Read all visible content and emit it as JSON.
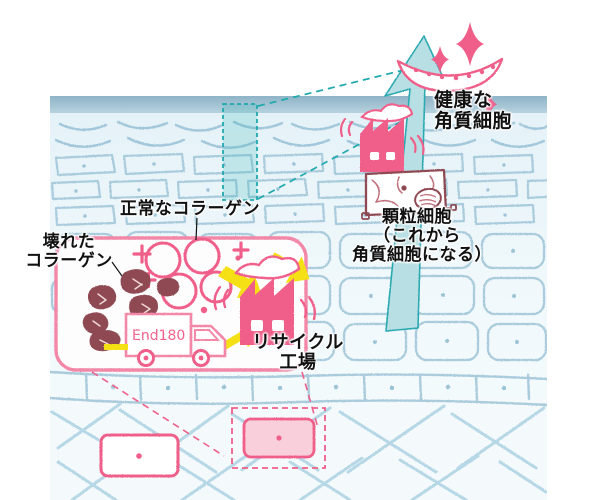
{
  "figure": {
    "type": "illustration",
    "subject": "skin-cross-section-collagen-recycling",
    "background_color": "#ffffff"
  },
  "labels": {
    "healthy_corneocyte": "健康な\n角質細胞",
    "normal_collagen": "正常なコラーゲン",
    "broken_collagen": "壊れた\nコラーゲン",
    "granular_cell": "顆粒細胞\n（これから\n角質細胞になる）",
    "recycle_factory": "リサイクル\n工場",
    "truck_text": "End180"
  },
  "palette": {
    "skin_top_band": "#9cbcce",
    "skin_light": "#eef7fb",
    "skin_pale": "#f4fafc",
    "cell_outline": "#a9cbdc",
    "teal_accent": "#1fa9ad",
    "teal_arrow_fill": "#b8e0e4",
    "pink": "#ef5f8a",
    "pink_soft": "#f287a8",
    "pink_fill": "#f9cfdc",
    "maroon": "#8e4a52",
    "yellow": "#f5e017",
    "ink": "#111111"
  },
  "callouts": {
    "highlight_column": {
      "label": "stratum-corneum-sample-column",
      "color": "#1fa9ad"
    },
    "dermis_sample_box": {
      "label": "dermis-sample-box",
      "color": "#ef5f8a"
    }
  },
  "elements": {
    "arrow_up": "teal upward arrow from dermis to skin surface",
    "sparkles": 3,
    "collagen_circles": 5,
    "broken_collagen_chunks": 6,
    "yellow_arrows": 2,
    "factory": "pink factory with smoke",
    "truck": "pink delivery truck"
  }
}
